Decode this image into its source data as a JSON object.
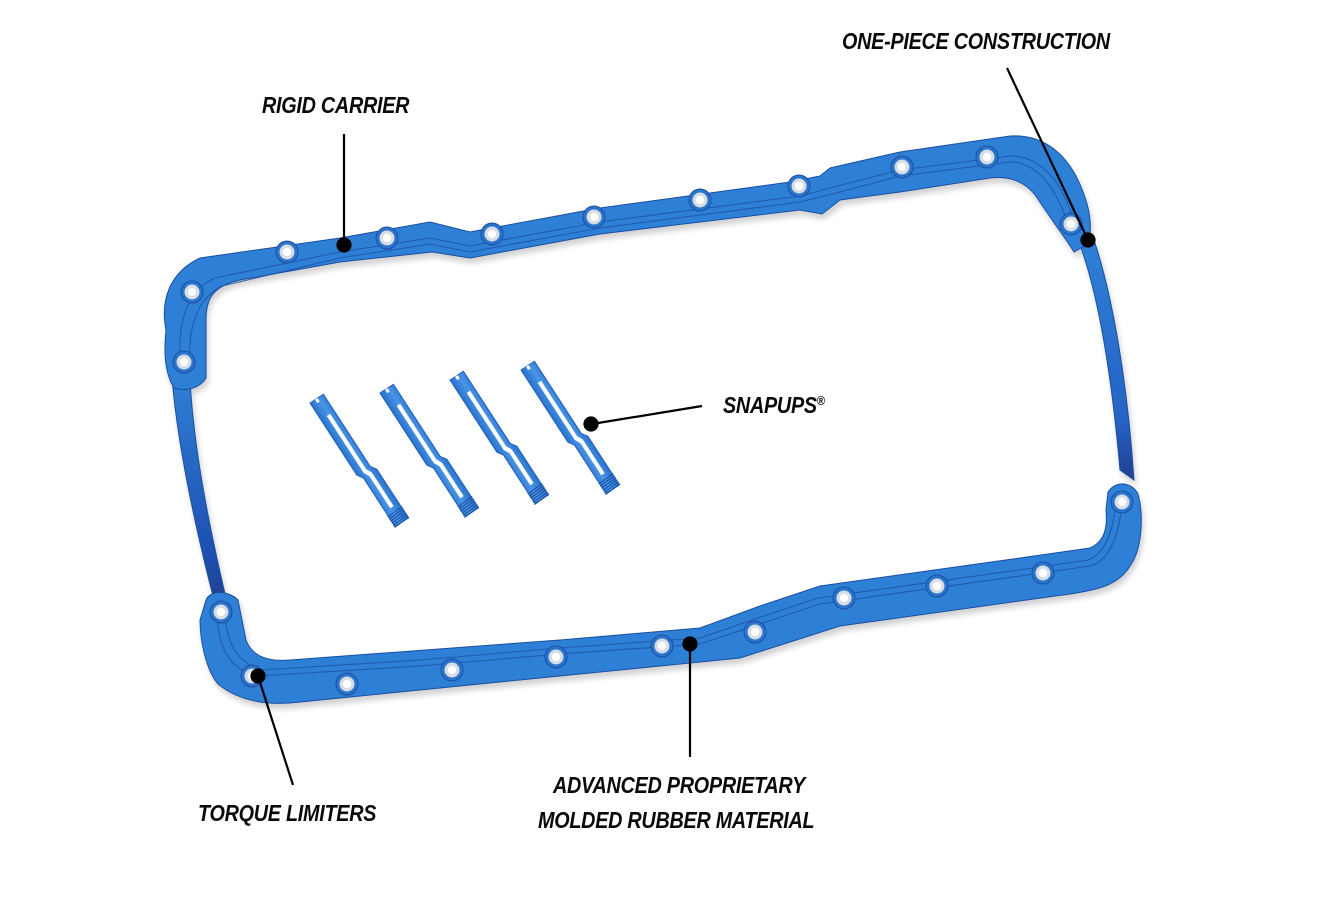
{
  "diagram": {
    "subject": "One-piece molded rubber oil pan gasket with SnapUps",
    "colors": {
      "gasket_blue": "#2f7fd6",
      "gasket_dark": "#1f5fb8",
      "edge_dark": "#1a4fa0",
      "hole_ring": "#e8eef5",
      "leader_line": "#000000",
      "label_text": "#0a0a0a",
      "background": "#ffffff"
    },
    "callouts": [
      {
        "id": "one-piece",
        "text": "ONE-PIECE CONSTRUCTION"
      },
      {
        "id": "rigid-carrier",
        "text": "RIGID CARRIER"
      },
      {
        "id": "snapups",
        "text": "SNAPUPS",
        "mark": "®"
      },
      {
        "id": "torque-limiters",
        "text": "TORQUE LIMITERS"
      },
      {
        "id": "rubber-material",
        "line1": "ADVANCED PROPRIETARY",
        "line2": "MOLDED RUBBER MATERIAL"
      }
    ],
    "snapups_count": 4,
    "components": [
      "gasket-frame",
      "snapup-studs"
    ]
  }
}
